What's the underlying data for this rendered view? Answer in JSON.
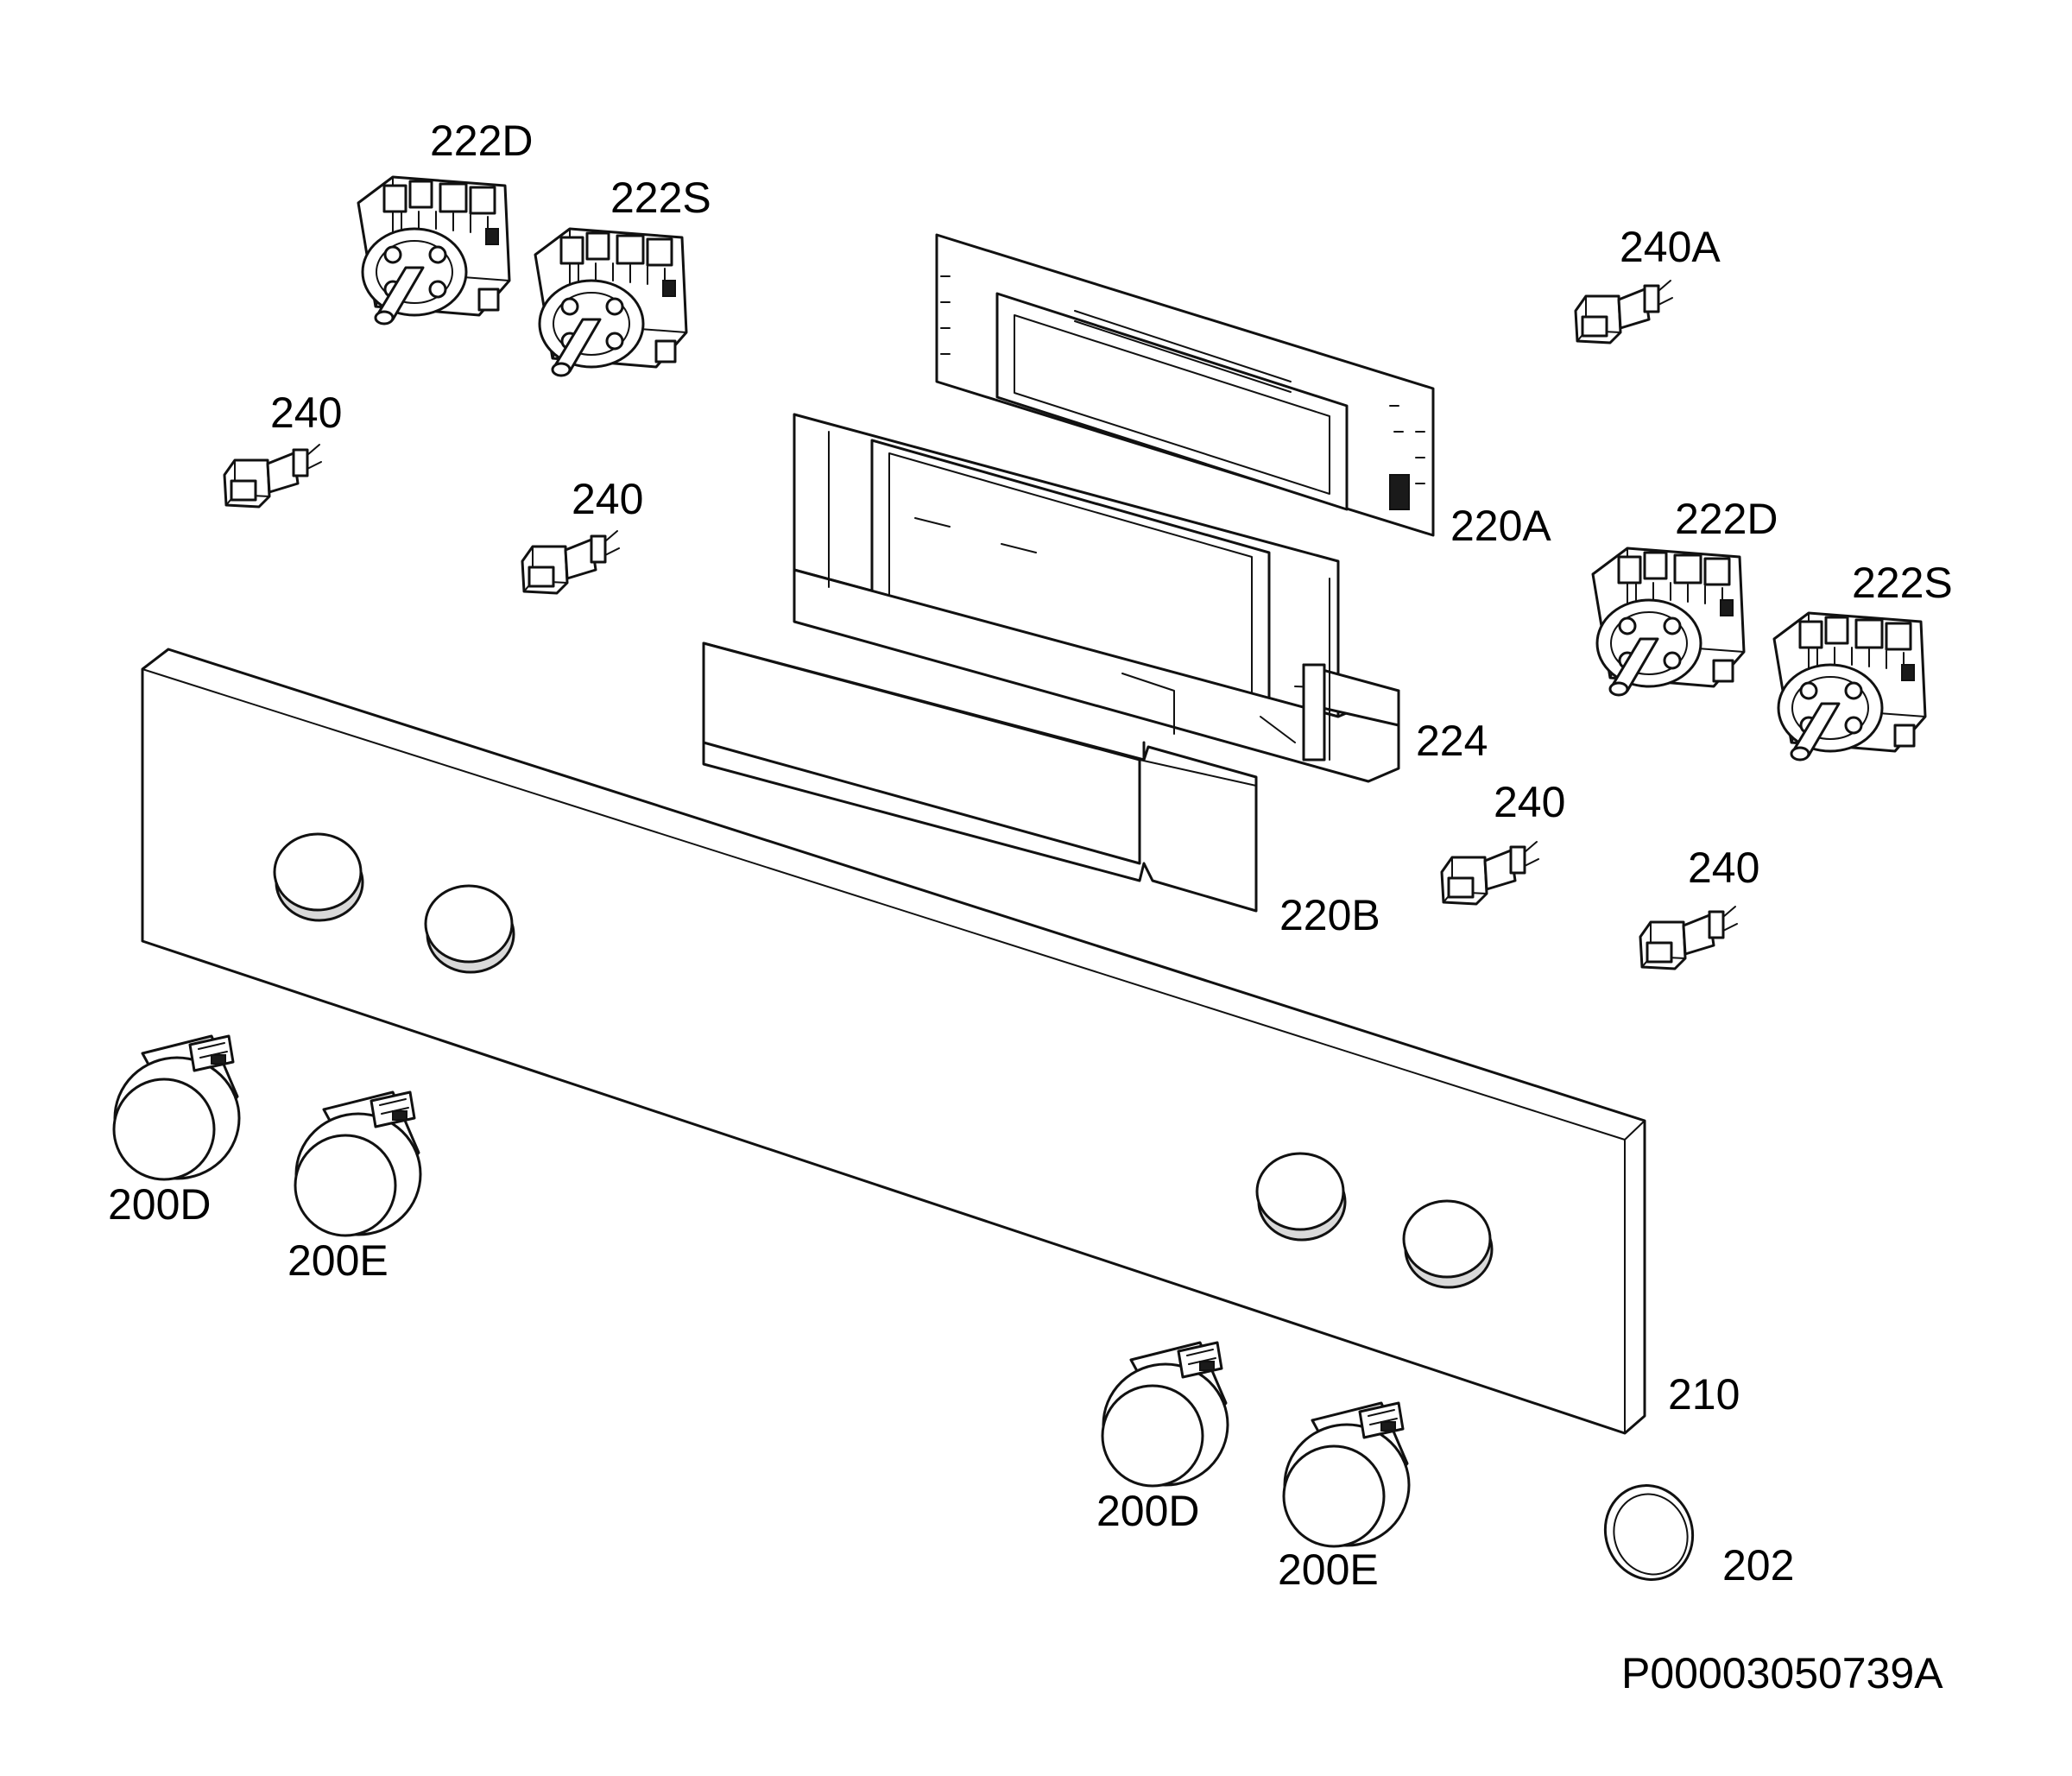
{
  "diagram": {
    "drawing_code": "P00003050739A",
    "labels": [
      "222D",
      "222S",
      "240A",
      "240",
      "240",
      "220A",
      "222D",
      "222S",
      "224",
      "240",
      "240",
      "220B",
      "200D",
      "200E",
      "210",
      "200D",
      "200E",
      "202"
    ]
  }
}
